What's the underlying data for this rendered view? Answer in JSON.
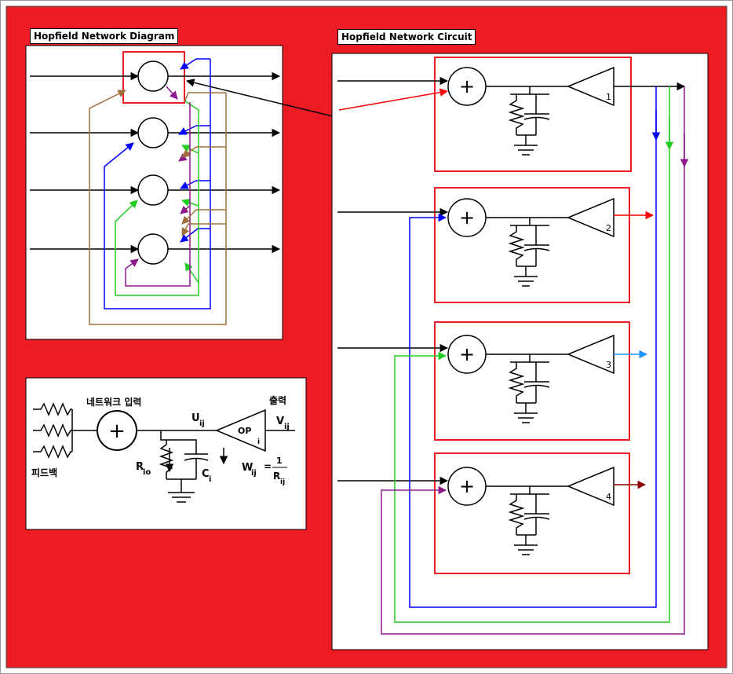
{
  "titles": {
    "diagram": "Hopfield Network Diagram",
    "circuit": "Hopfield Network Circuit"
  },
  "colors": {
    "background": "#ed1c24",
    "node_box": "#ed1c24",
    "signal": "#000000",
    "neuron1": "#0000ff",
    "neuron2": "#22cc22",
    "neuron3": "#8b1a8b",
    "neuron4": "#a0703c",
    "output2": "#ff0000",
    "output3": "#1e90ff",
    "output4": "#8b0000"
  },
  "circuit": {
    "sum_symbol": "+",
    "amp_labels": [
      "1",
      "2",
      "3",
      "4"
    ]
  },
  "schematic": {
    "sum_symbol": "+",
    "input_label": "네트워크 입력",
    "output_label": "출력",
    "feedback_label": "피드백",
    "u_label": "U",
    "u_sub": "ij",
    "v_label": "V",
    "v_sub": "ij",
    "op_label": "OP",
    "op_sub": "i",
    "r_label": "R",
    "r_sub": "io",
    "c_label": "C",
    "c_sub": "i",
    "w_label": "W",
    "w_sub": "ij",
    "w_equals": "=",
    "w_numerator": "1",
    "w_denom": "R",
    "w_denom_sub": "ij"
  }
}
